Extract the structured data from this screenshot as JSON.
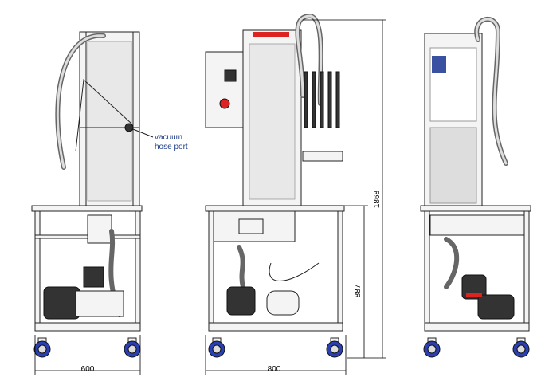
{
  "annotation": {
    "line1": "vacuum",
    "line2": "hose port"
  },
  "dimensions": {
    "width_side": "600",
    "width_front": "800",
    "total_height": "1868",
    "table_height": "887"
  },
  "colors": {
    "label": "#1f3c88",
    "wheel": "#2a3fb0",
    "emergency_stop": "#d22"
  }
}
